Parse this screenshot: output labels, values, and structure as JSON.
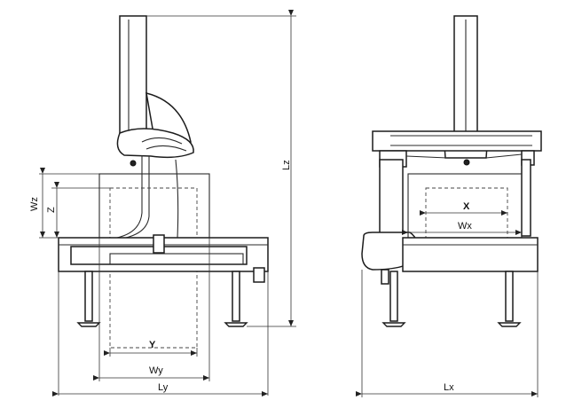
{
  "labels": {
    "wz": "Wz",
    "z": "Z",
    "lz": "Lz",
    "y": "Y",
    "wy": "Wy",
    "ly": "Ly",
    "x": "X",
    "wx": "Wx",
    "lx": "Lx"
  }
}
